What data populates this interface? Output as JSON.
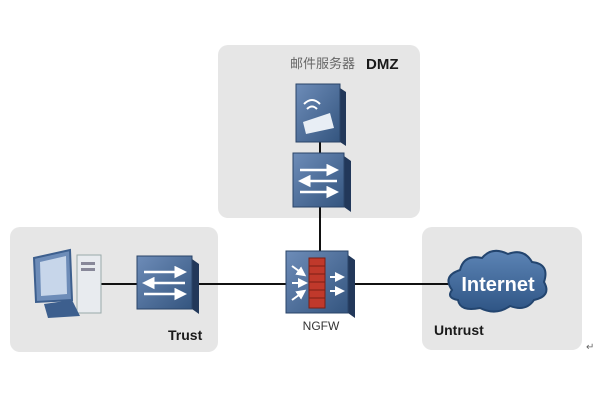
{
  "zones": {
    "dmz": {
      "label": "DMZ",
      "server_label": "邮件服务器"
    },
    "trust": {
      "label": "Trust"
    },
    "untrust": {
      "label": "Untrust"
    }
  },
  "devices": {
    "firewall": {
      "label": "NGFW"
    },
    "cloud": {
      "label": "Internet"
    }
  },
  "paragraph_mark": "↵",
  "colors": {
    "zone_bg": "#e6e6e6",
    "device_blue": "#3d5f8e",
    "device_dark": "#2a4468",
    "firewall_red": "#c0392b",
    "cloud": "#3f6a9c"
  }
}
